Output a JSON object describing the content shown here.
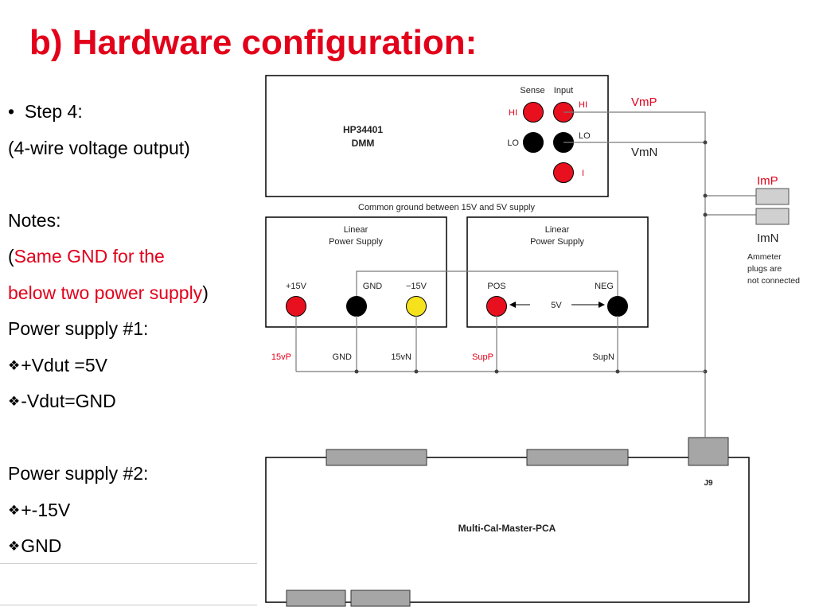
{
  "title": "b) Hardware configuration:",
  "notes": {
    "step": "Step 4:",
    "step_desc": "(4-wire voltage output)",
    "notes_heading": "Notes:",
    "paren_open": "(",
    "same_gnd_1": "Same GND for the",
    "same_gnd_2": "below two power supply",
    "paren_close": ")",
    "ps1_heading": "Power supply #1:",
    "ps1_item1": "+Vdut =5V",
    "ps1_item2": "-Vdut=GND",
    "ps2_heading": "Power supply #2:",
    "ps2_item1": "+-15V",
    "ps2_item2": "GND"
  },
  "dmm": {
    "name_line1": "HP34401",
    "name_line2": "DMM",
    "sense_label": "Sense",
    "input_label": "Input",
    "hi_sense": "HI",
    "hi_input": "HI",
    "lo_sense": "LO",
    "lo_input": "LO",
    "i_input": "I"
  },
  "signals": {
    "vmp": "VmP",
    "vmn": "VmN",
    "imp": "ImP",
    "imn": "ImN",
    "ammeter_note": [
      "Ammeter",
      "plugs are",
      "not connected"
    ]
  },
  "common_ground_note": "Common ground between 15V and 5V supply",
  "supply1": {
    "title_line1": "Linear",
    "title_line2": "Power Supply",
    "t_plus15": "+15V",
    "t_gnd": "GND",
    "t_minus15": "−15V",
    "w_15vp": "15vP",
    "w_gnd": "GND",
    "w_15vn": "15vN"
  },
  "supply2": {
    "title_line1": "Linear",
    "title_line2": "Power Supply",
    "t_pos": "POS",
    "t_neg": "NEG",
    "voltage": "5V",
    "w_supp": "SupP",
    "w_supn": "SupN"
  },
  "pca": {
    "name": "Multi-Cal-Master-PCA",
    "connector": "J9"
  },
  "colors": {
    "red": "#e2001a",
    "terminal_red": "#e8101e",
    "terminal_black": "#000000",
    "terminal_yellow": "#f5e21c",
    "connector_gray": "#a6a6a6",
    "wire_gray": "#7a7a7a"
  },
  "icons": {
    "bullet": "bullet-icon",
    "diamond": "diamond-bullet-icon",
    "arrow": "arrow-icon"
  }
}
